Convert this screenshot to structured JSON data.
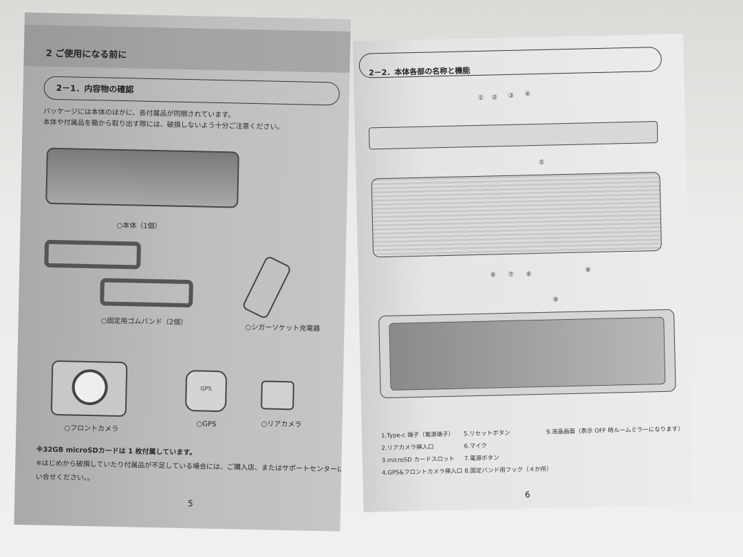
{
  "left_page": {
    "chapter": "2 ご使用になる前に",
    "section": "2－1．内容物の確認",
    "intro": [
      "パッケージには本体のほかに、各付属品が同梱されています。",
      "本体や付属品を箱から取り出す際には、破損しないよう十分ご注意ください。"
    ],
    "items": {
      "body": "○本体（1個）",
      "band": "○固定用ゴムバンド（2個）",
      "charger": "○シガーソケット充電器",
      "front_camera": "○フロントカメラ",
      "gps": "○GPS",
      "gps_label": "GPS",
      "rear_camera": "○リアカメラ"
    },
    "notes": [
      "※32GB microSDカードは 1 枚付属しています。",
      "※はじめから破損していたり付属品が不足している場合には、ご購入店、またはサポートセンターにお問",
      "い合せください。。"
    ],
    "page_number": "5"
  },
  "right_page": {
    "section": "2－2．本体各部の名称と機能",
    "callouts": [
      "①",
      "②",
      "③",
      "④",
      "⑤",
      "⑥",
      "⑦",
      "⑥",
      "⑧",
      "⑨"
    ],
    "legend": [
      "1.Type-c 端子（電源端子）",
      "2.リアカメラ挿入口",
      "3.microSD カードスロット",
      "4.GPS&フロントカメラ挿入口",
      "5.リセットボタン",
      "6.マイク",
      "7.電源ボタン",
      "8.固定バンド用フック（４か所）",
      "9.液晶画面（表示 OFF 時ルームミラーになります）"
    ],
    "page_number": "6"
  }
}
